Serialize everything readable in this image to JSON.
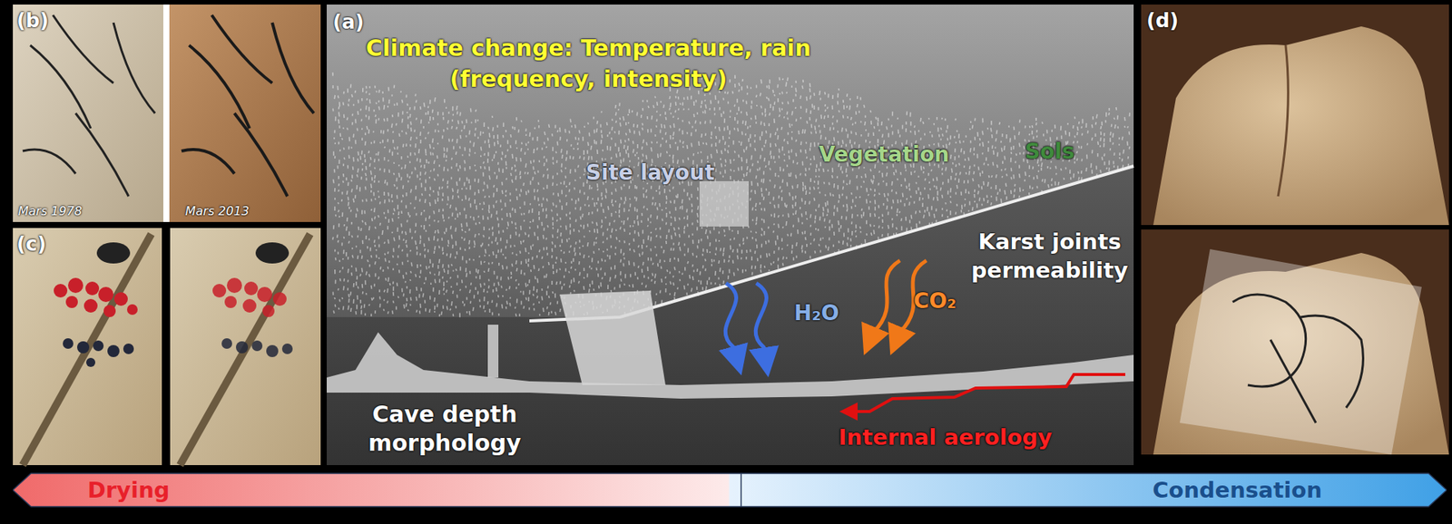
{
  "diagram": {
    "nodes": [
      {
        "text": [
          "Drying",
          "Condensation"
        ]
      }
    ],
    "labels": [
      "(b)",
      "Mars 1978",
      "Mars 2013",
      "(c)",
      "(a)",
      "Climate change: Temperature, rain (frequency, intensity)",
      "Site layout",
      "Vegetation",
      "Sols",
      "Karst joints permeability",
      "H₂O",
      "CO₂",
      "Cave depth morphology",
      "Internal aerology",
      "(d)"
    ]
  }
}
